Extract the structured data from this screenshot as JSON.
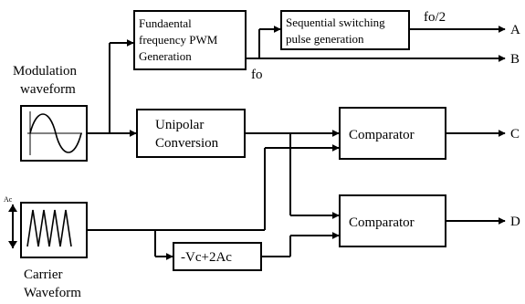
{
  "labels": {
    "modulation_line1": "Modulation",
    "modulation_line2": "waveform",
    "carrier_line1": "Carrier",
    "carrier_line2": "Waveform",
    "carrier_amp": "Ac",
    "pwm_line1": "Fundaental",
    "pwm_line2": "frequency PWM",
    "pwm_line3": "Generation",
    "seq_line1": "Sequential switching",
    "seq_line2": "pulse generation",
    "unipolar_line1": "Unipolar",
    "unipolar_line2": "Conversion",
    "comparator1": "Comparator",
    "comparator2": "Comparator",
    "offset": "-Vc+2Ac",
    "fo": "fo",
    "fo_half": "fo/2"
  },
  "outputs": [
    "A",
    "B",
    "C",
    "D"
  ]
}
